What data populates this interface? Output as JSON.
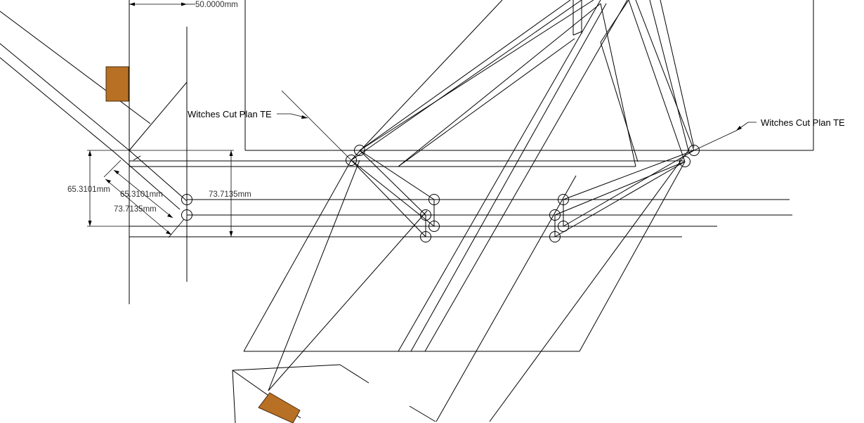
{
  "annotations": {
    "witches_cut_left": "Witches Cut Plan TE",
    "witches_cut_right": "Witches Cut Plan TE"
  },
  "dimensions": {
    "top_width": "50.0000mm",
    "left_height": "65.3101mm",
    "diag_short": "65.3101mm",
    "diag_long": "73.7135mm",
    "vertical_right": "73.7135mm"
  },
  "colors": {
    "line": "#000000",
    "block_fill": "#b87025",
    "block_stroke": "#4a2e10"
  }
}
